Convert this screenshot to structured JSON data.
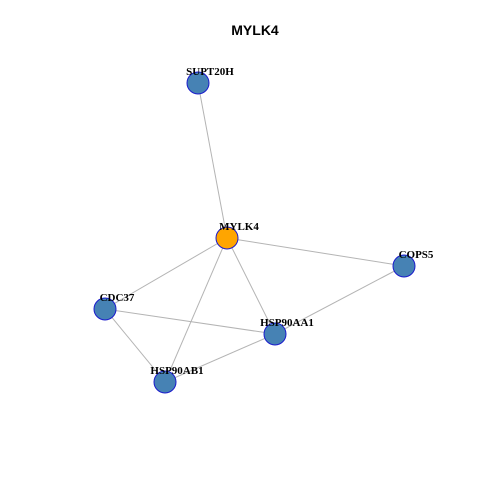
{
  "title": "MYLK4",
  "colors": {
    "center_node": "#FFA500",
    "node": "#4682B4",
    "node_border": "#1A1ACC",
    "edge": "#B4B4B4"
  },
  "network": {
    "nodes": [
      {
        "id": "SUPT20H",
        "label": "SUPT20H",
        "role": "neighbor"
      },
      {
        "id": "MYLK4",
        "label": "MYLK4",
        "role": "center"
      },
      {
        "id": "COPS5",
        "label": "COPS5",
        "role": "neighbor"
      },
      {
        "id": "CDC37",
        "label": "CDC37",
        "role": "neighbor"
      },
      {
        "id": "HSP90AA1",
        "label": "HSP90AA1",
        "role": "neighbor"
      },
      {
        "id": "HSP90AB1",
        "label": "HSP90AB1",
        "role": "neighbor"
      }
    ],
    "edges": [
      {
        "source": "SUPT20H",
        "target": "MYLK4"
      },
      {
        "source": "MYLK4",
        "target": "COPS5"
      },
      {
        "source": "MYLK4",
        "target": "CDC37"
      },
      {
        "source": "MYLK4",
        "target": "HSP90AA1"
      },
      {
        "source": "MYLK4",
        "target": "HSP90AB1"
      },
      {
        "source": "COPS5",
        "target": "HSP90AA1"
      },
      {
        "source": "CDC37",
        "target": "HSP90AA1"
      },
      {
        "source": "CDC37",
        "target": "HSP90AB1"
      },
      {
        "source": "HSP90AA1",
        "target": "HSP90AB1"
      }
    ]
  }
}
